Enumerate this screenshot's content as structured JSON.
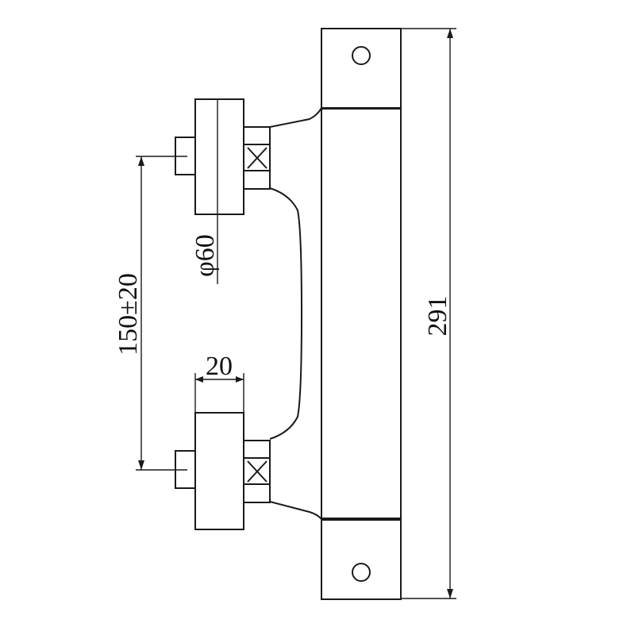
{
  "dimensions": {
    "total_height": "291",
    "inlet_spacing": "150±20",
    "knob_diameter": "φ60",
    "knob_width": "20"
  },
  "colors": {
    "ink": "#1a1a1a",
    "background": "#ffffff"
  }
}
